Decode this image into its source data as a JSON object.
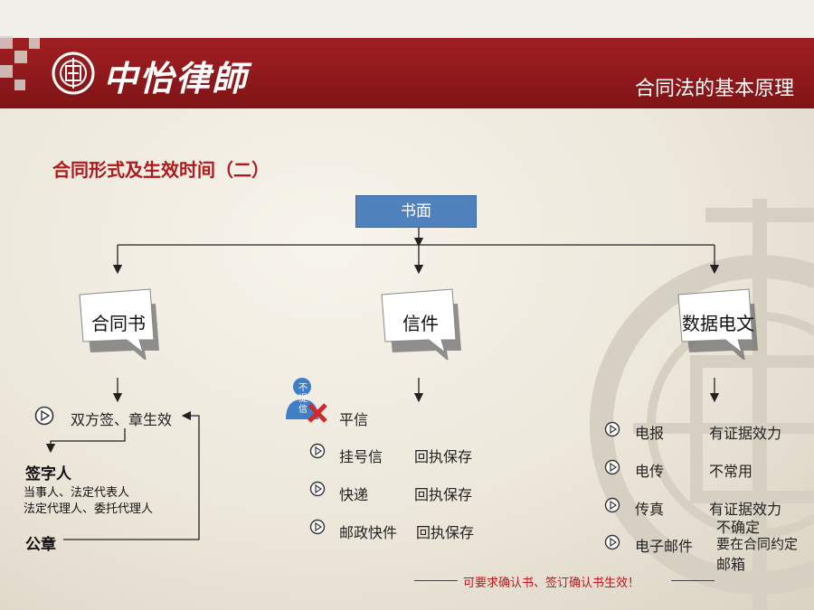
{
  "header": {
    "logo_text": "中怡律師",
    "title": "合同法的基本原理"
  },
  "heading": "合同形式及生效时间（二）",
  "root": "书面",
  "branches": {
    "left": {
      "label": "合同书",
      "item": "双方签、章生效",
      "signer_title": "签字人",
      "signer_line1": "当事人、法定代表人",
      "signer_line2": "法定代理人、委托代理人",
      "seal": "公章"
    },
    "middle": {
      "label": "信件",
      "icon_text": "不提信",
      "plain": "平信",
      "items": [
        {
          "name": "挂号信",
          "note": "回执保存"
        },
        {
          "name": "快递",
          "note": "回执保存"
        },
        {
          "name": "邮政快件",
          "note": "回执保存"
        }
      ]
    },
    "right": {
      "label": "数据电文",
      "items": [
        {
          "name": "电报",
          "note": "有证据效力",
          "note2": ""
        },
        {
          "name": "电传",
          "note": "不常用",
          "note2": ""
        },
        {
          "name": "传真",
          "note": "有证据效力",
          "note2": "不确定"
        },
        {
          "name": "电子邮件",
          "note": "要在合同约定",
          "note2": "邮箱"
        }
      ]
    }
  },
  "footer": "可要求确认书、签订确认书生效！",
  "colors": {
    "header_red": "#8e1a1c",
    "heading_red": "#b0181c",
    "root_blue": "#4f81bd"
  }
}
